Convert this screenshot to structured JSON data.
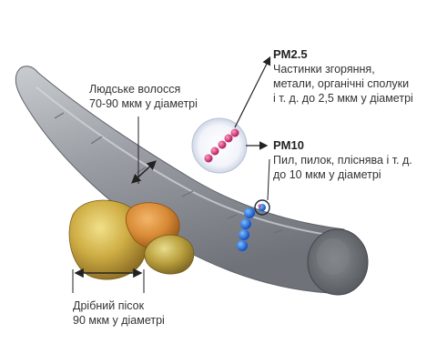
{
  "hair": {
    "line1": "Людське волосся",
    "line2": "70-90 мкм у діаметрі"
  },
  "pm25": {
    "title": "PM2.5",
    "line1": "Частинки згоряння,",
    "line2": "метали, органічні сполуки",
    "line3": "і т. д. до 2,5 мкм у діаметрі"
  },
  "pm10": {
    "title": "PM10",
    "line1": "Пил, пилок, пліснява і т. д.",
    "line2": "до 10 мкм у діаметрі"
  },
  "sand": {
    "line1": "Дрібний пісок",
    "line2": "90 мкм у діаметрі"
  },
  "colors": {
    "pm25_particle": "#d0306a",
    "pm10_particle": "#1f6fe0",
    "hair": "#8c9096",
    "sand": "#c9a640"
  }
}
